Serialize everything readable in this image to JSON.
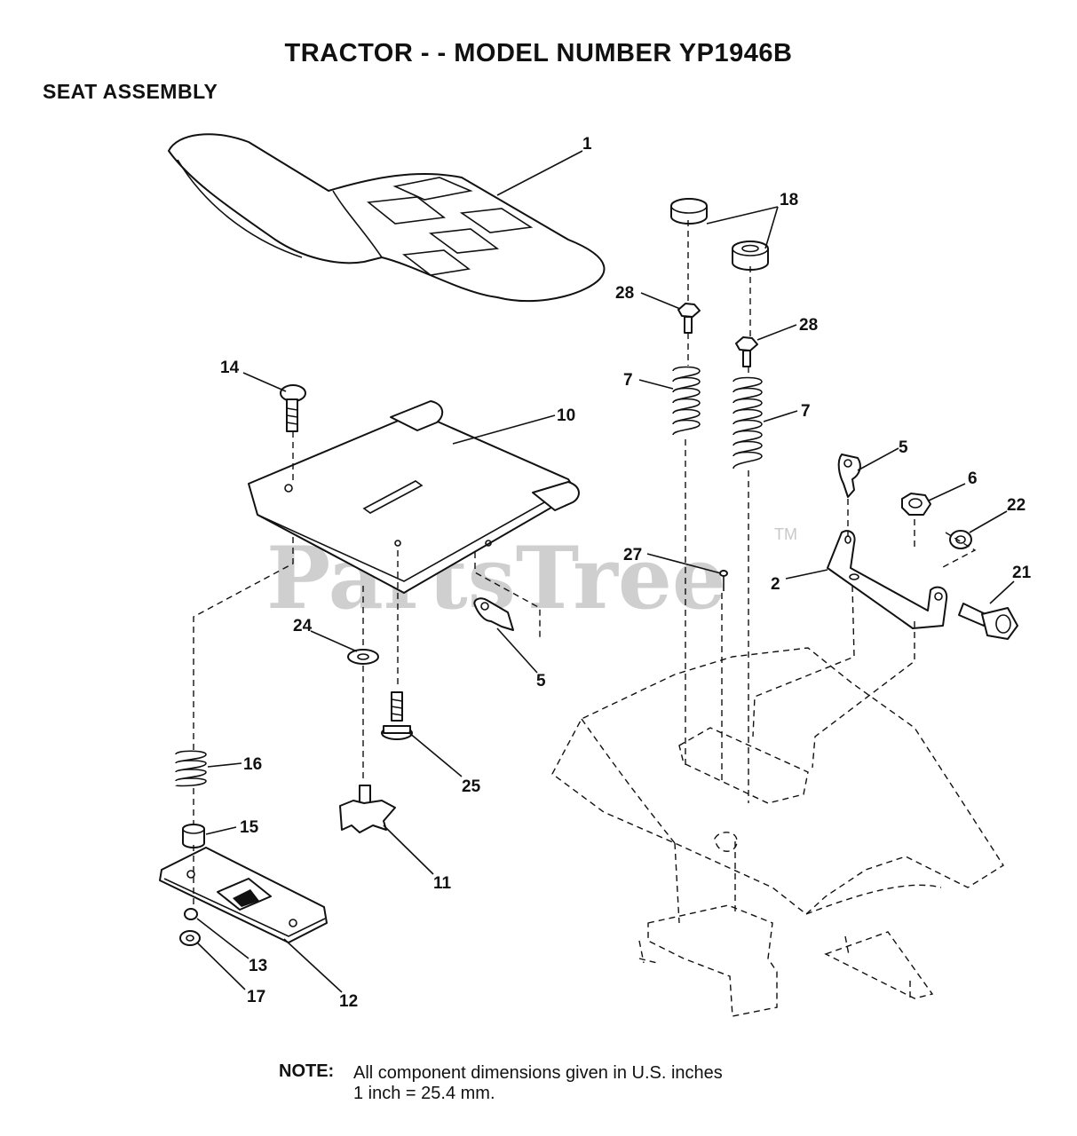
{
  "title": "TRACTOR - - MODEL NUMBER YP1946B",
  "subtitle": "SEAT ASSEMBLY",
  "watermark": "PartsTree",
  "watermark_tm": "TM",
  "note": {
    "label": "NOTE:",
    "line1": "All component dimensions given in U.S. inches",
    "line2": "1 inch = 25.4 mm."
  },
  "callouts": [
    "1",
    "18",
    "28",
    "28",
    "14",
    "10",
    "7",
    "7",
    "5",
    "6",
    "22",
    "27",
    "2",
    "21",
    "24",
    "5",
    "16",
    "25",
    "15",
    "11",
    "13",
    "12",
    "17"
  ]
}
